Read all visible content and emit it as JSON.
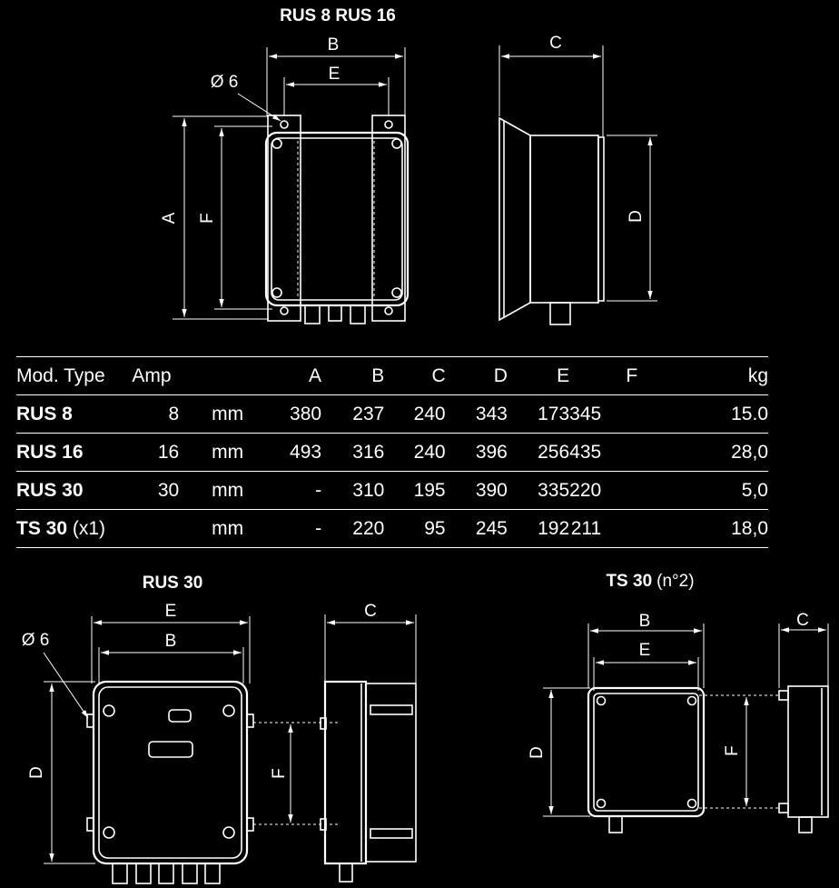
{
  "titles": {
    "top": "RUS 8  RUS 16",
    "bottom_left": "RUS 30",
    "bottom_right_main": "TS 30",
    "bottom_right_suffix": "(n°2)"
  },
  "dims": {
    "A": "A",
    "B": "B",
    "C": "C",
    "D": "D",
    "E": "E",
    "F": "F",
    "hole": "Ø 6"
  },
  "table": {
    "headers": [
      "Mod. Type",
      "Amp",
      "",
      "A",
      "B",
      "C",
      "D",
      "E",
      "F",
      "kg"
    ],
    "rows": [
      {
        "model": "RUS 8",
        "suffix": "",
        "amp": "8",
        "unit": "mm",
        "A": "380",
        "B": "237",
        "C": "240",
        "D": "343",
        "E": "173",
        "F": "345",
        "kg": "15.0"
      },
      {
        "model": "RUS 16",
        "suffix": "",
        "amp": "16",
        "unit": "mm",
        "A": "493",
        "B": "316",
        "C": "240",
        "D": "396",
        "E": "256",
        "F": "435",
        "kg": "28,0"
      },
      {
        "model": "RUS 30",
        "suffix": "",
        "amp": "30",
        "unit": "mm",
        "A": "-",
        "B": "310",
        "C": "195",
        "D": "390",
        "E": "335",
        "F": "220",
        "kg": "5,0"
      },
      {
        "model": "TS 30",
        "suffix": " (x1)",
        "amp": "",
        "unit": "mm",
        "A": "-",
        "B": "220",
        "C": "95",
        "D": "245",
        "E": "192",
        "F": "211",
        "kg": "18,0"
      }
    ]
  }
}
